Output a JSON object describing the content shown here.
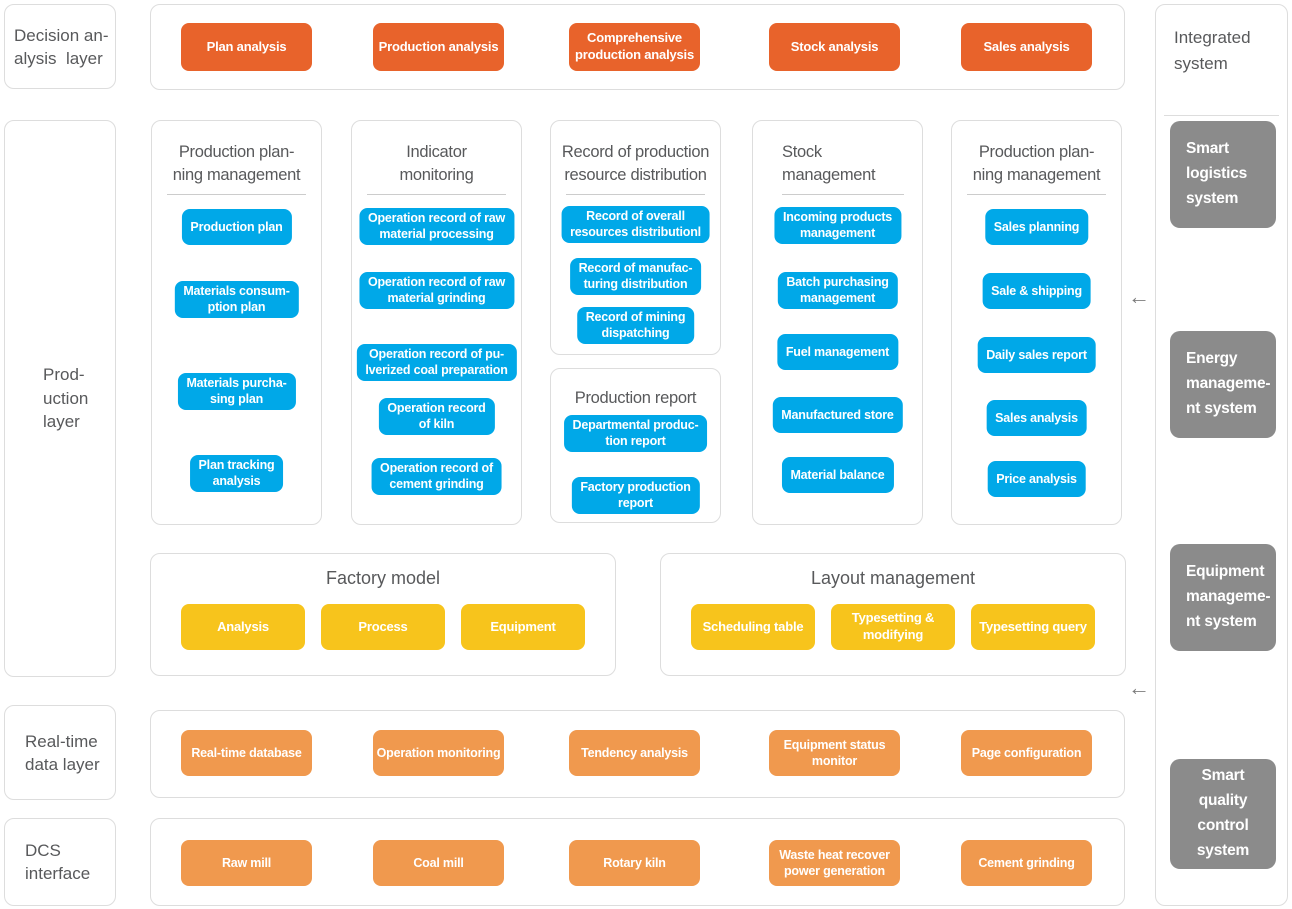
{
  "colors": {
    "orange": "#E8632B",
    "blue": "#00A8E8",
    "yellow": "#F7C41C",
    "lorange": "#F0994E",
    "gray": "#8B8B8B",
    "title_text": "#58595B"
  },
  "layers": {
    "decision": {
      "label": "Decision an-\nalysis  layer"
    },
    "production": {
      "label": "Prod-\nuction\nlayer"
    },
    "realtime": {
      "label": "Real-time\ndata layer"
    },
    "dcs": {
      "label": "DCS\ninterface"
    }
  },
  "decision_row": {
    "buttons": [
      "Plan analysis",
      "Production analysis",
      "Comprehensive\nproduction analysis",
      "Stock analysis",
      "Sales analysis"
    ]
  },
  "production_boxes": {
    "planning": {
      "title": "Production plan-\nning management",
      "buttons": [
        "Production plan",
        "Materials consum-\nption plan",
        "Materials purcha-\nsing plan",
        "Plan tracking\nanalysis"
      ]
    },
    "indicator": {
      "title": "Indicator\nmonitoring",
      "buttons": [
        "Operation record of raw\nmaterial processing",
        "Operation record of raw\nmaterial grinding",
        "Operation record of pu-\nlverized coal preparation",
        "Operation record\nof kiln",
        "Operation record of\ncement grinding"
      ]
    },
    "resource": {
      "title": "Record of production\nresource distribution",
      "buttons": [
        "Record of overall\nresources distributionl",
        "Record of manufac-\nturing distribution",
        "Record of mining\ndispatching"
      ]
    },
    "report": {
      "title": "Production report",
      "buttons": [
        "Departmental produc-\ntion report",
        "Factory production\nreport"
      ]
    },
    "stock": {
      "title": "Stock\nmanagement",
      "buttons": [
        "Incoming products\nmanagement",
        "Batch purchasing\nmanagement",
        "Fuel management",
        "Manufactured store",
        "Material balance"
      ]
    },
    "sales": {
      "title": "Production plan-\nning management",
      "buttons": [
        "Sales planning",
        "Sale & shipping",
        "Daily sales report",
        "Sales analysis",
        "Price analysis"
      ]
    }
  },
  "factory_model": {
    "title": "Factory model",
    "buttons": [
      "Analysis",
      "Process",
      "Equipment"
    ]
  },
  "layout_management": {
    "title": "Layout management",
    "buttons": [
      "Scheduling table",
      "Typesetting &\nmodifying",
      "Typesetting query"
    ]
  },
  "realtime_row": {
    "buttons": [
      "Real-time database",
      "Operation monitoring",
      "Tendency analysis",
      "Equipment status\nmonitor",
      "Page configuration"
    ]
  },
  "dcs_row": {
    "buttons": [
      "Raw mill",
      "Coal mill",
      "Rotary kiln",
      "Waste heat recover\npower generation",
      "Cement grinding"
    ]
  },
  "integrated": {
    "title": "Integrated\nsystem",
    "systems": [
      "Smart\nlogistics\nsystem",
      "Energy\nmanageme-\nnt system",
      "Equipment\nmanageme-\nnt system",
      "Smart\nquality\ncontrol\nsystem"
    ]
  },
  "arrows": {
    "glyph": "←"
  }
}
